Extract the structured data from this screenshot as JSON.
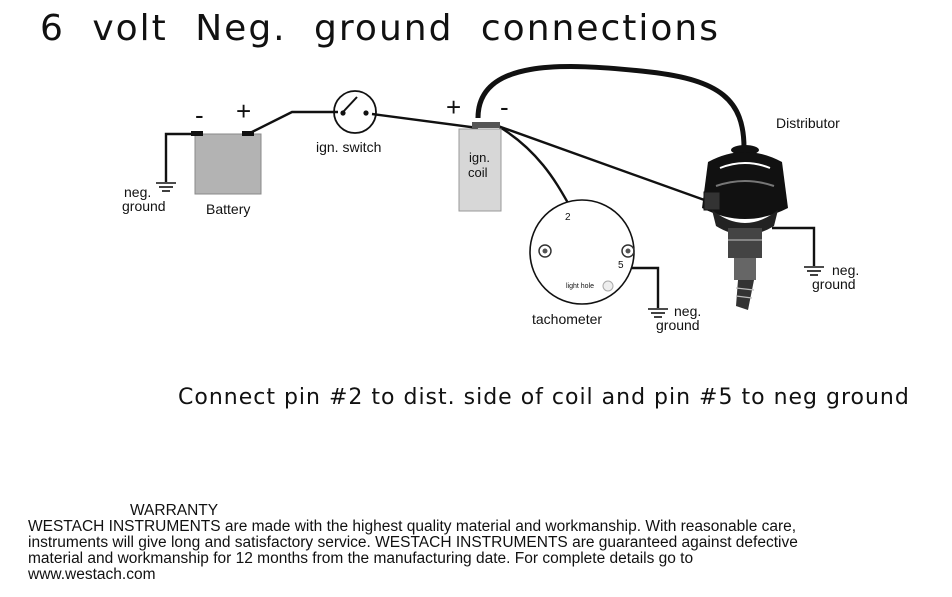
{
  "title": "6 volt Neg. ground connections",
  "labels": {
    "battery_minus": "-",
    "battery_plus": "+",
    "battery": "Battery",
    "ign_switch": "ign. switch",
    "coil_plus": "+",
    "coil_minus": "-",
    "coil_line1": "ign.",
    "coil_line2": "coil",
    "distributor": "Distributor",
    "neg": "neg.",
    "ground": "ground",
    "tachometer": "tachometer",
    "pin2": "2",
    "pin5": "5",
    "light_hole": "light hole"
  },
  "instruction": "Connect pin #2 to dist. side of coil and pin #5 to neg ground",
  "warranty": {
    "heading": "WARRANTY",
    "body": "  WESTACH INSTRUMENTS are made with the highest quality material and workmanship.   With reasonable care,\ninstruments will give long and satisfactory service.  WESTACH INSTRUMENTS are guaranteed against defective\nmaterial and workmanship for 12  months from the manufacturing date.    For complete details go to\nwww.westach.com"
  },
  "colors": {
    "battery_fill": "#b3b3b3",
    "coil_fill": "#d7d7d7",
    "wire": "#111111"
  }
}
